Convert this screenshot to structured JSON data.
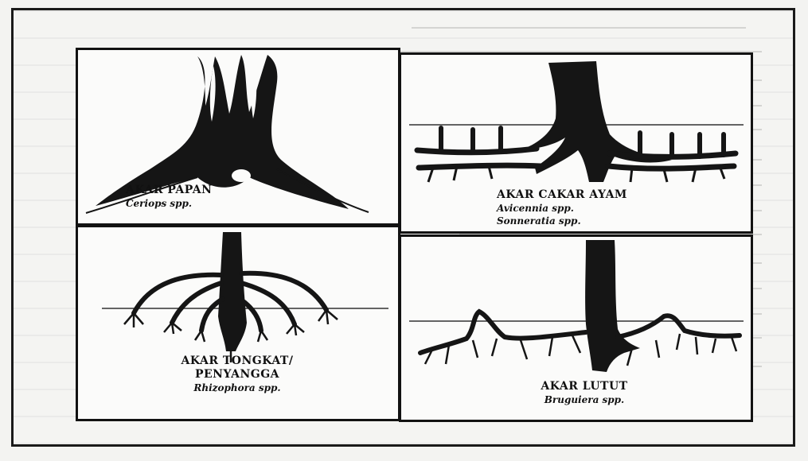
{
  "panels": [
    {
      "name": "AKAR PAPAN",
      "species": [
        "Ceriops spp."
      ]
    },
    {
      "name": "AKAR CAKAR AYAM",
      "species": [
        "Avicennia spp.",
        "Sonneratia spp."
      ]
    },
    {
      "name_lines": [
        "AKAR TONGKAT/",
        "PENYANGGA"
      ],
      "species": [
        "Rhizophora spp."
      ]
    },
    {
      "name": "AKAR LUTUT",
      "species": [
        "Bruguiera spp."
      ]
    }
  ],
  "colors": {
    "ink": "#111111",
    "paper": "#f4f4f2"
  }
}
